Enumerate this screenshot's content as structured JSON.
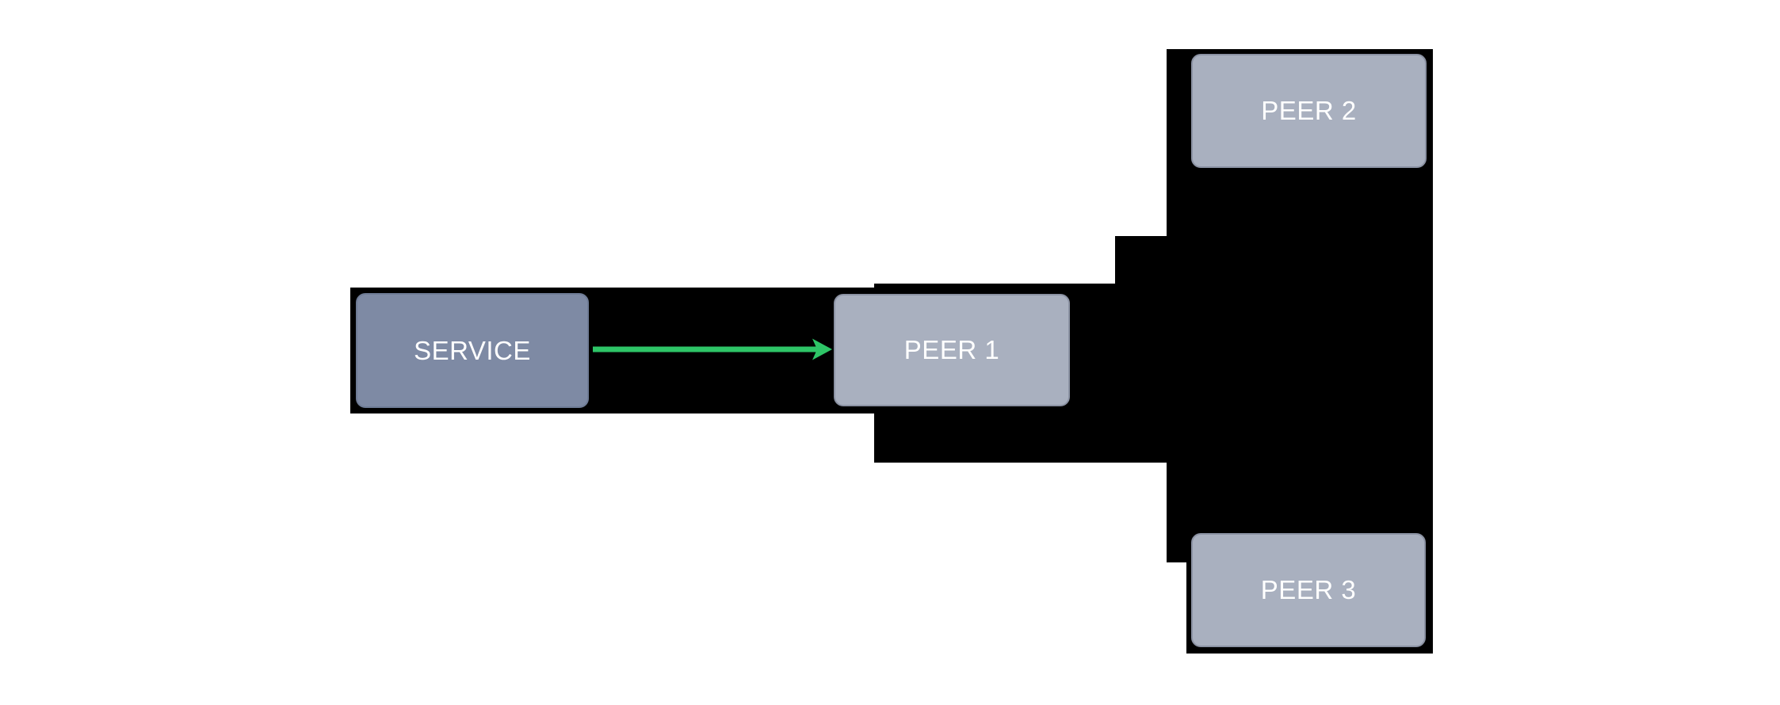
{
  "page": {
    "background_color": "#FFFFFF",
    "connector_block_color": "#000000"
  },
  "diagram": {
    "nodes": [
      {
        "id": "service",
        "label": "SERVICE",
        "fill": "#7E8AA4",
        "border": "#6F7C96",
        "text_color": "#FFFFFF"
      },
      {
        "id": "peer1",
        "label": "PEER 1",
        "fill": "#A9B0BF",
        "border": "#8B92A3",
        "text_color": "#FFFFFF"
      },
      {
        "id": "peer2",
        "label": "PEER 2",
        "fill": "#A9B0BF",
        "border": "#8B92A3",
        "text_color": "#FFFFFF"
      },
      {
        "id": "peer3",
        "label": "PEER 3",
        "fill": "#A9B0BF",
        "border": "#8B92A3",
        "text_color": "#FFFFFF"
      }
    ],
    "edges": [
      {
        "from": "SERVICE",
        "to": "PEER 1",
        "type": "arrow",
        "color": "#2EC567"
      }
    ]
  }
}
